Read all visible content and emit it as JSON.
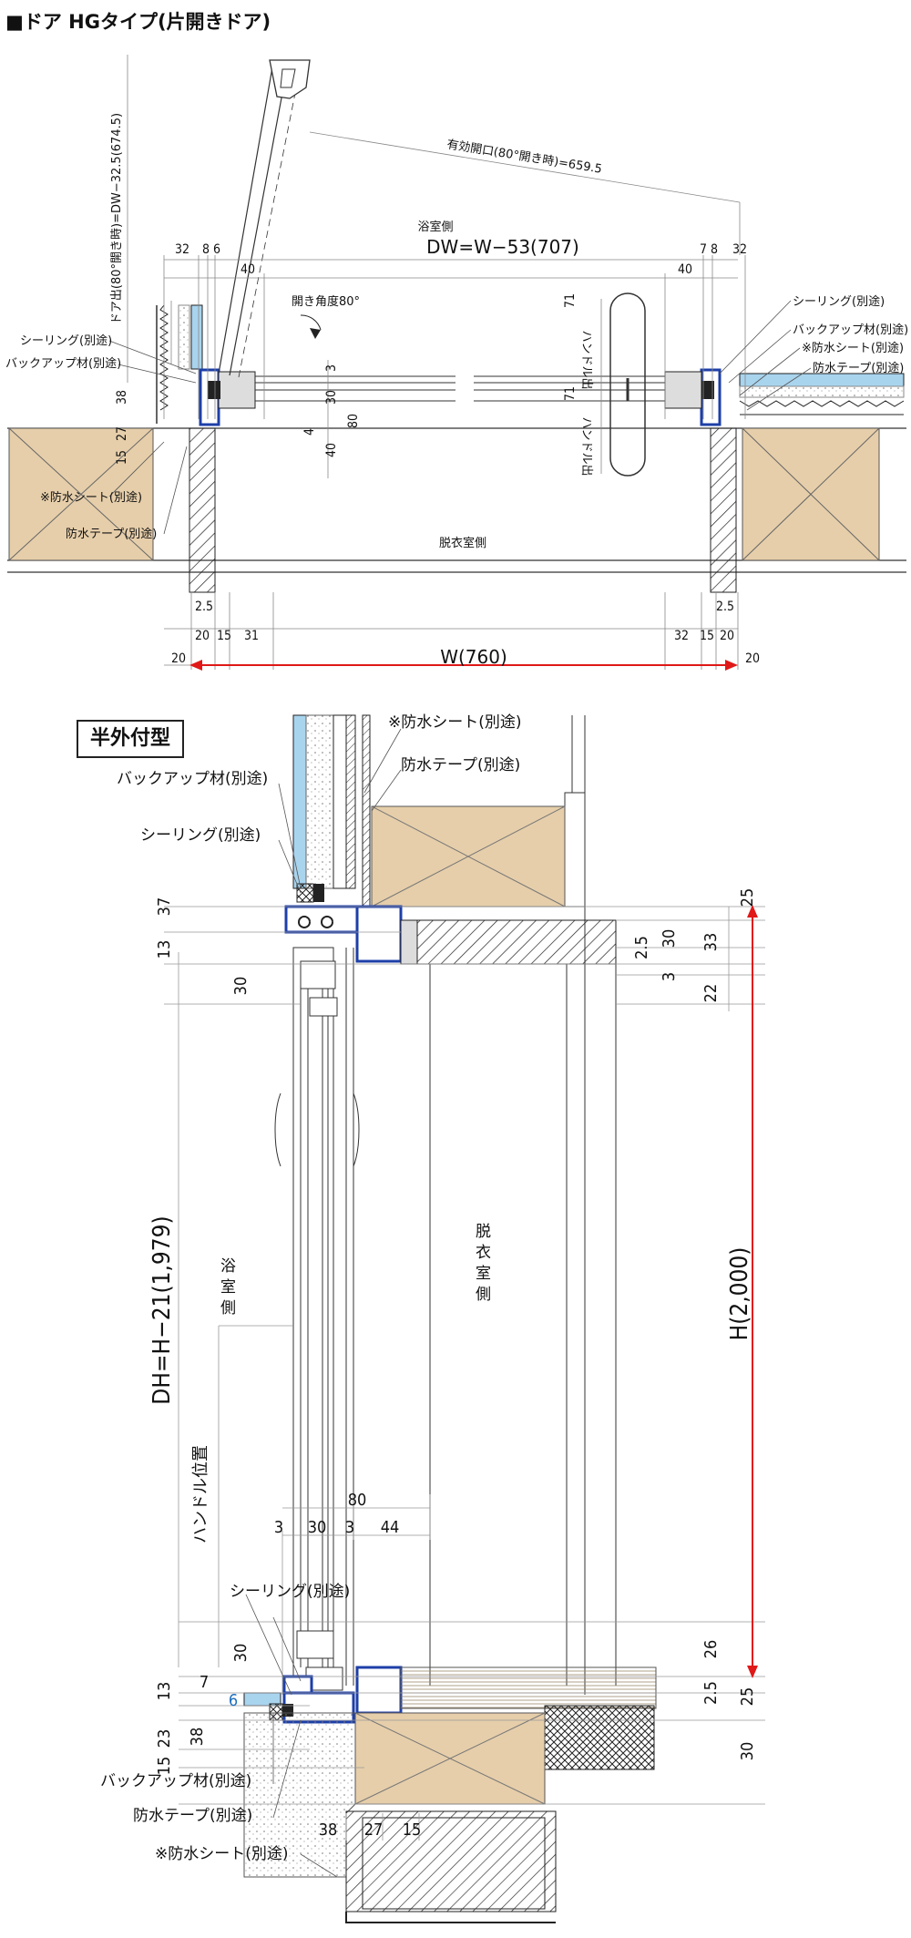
{
  "title": "■ドア HGタイプ(片開きドア)",
  "section_label": "半外付型",
  "plan": {
    "room_bath": "浴室側",
    "room_dress": "脱衣室側",
    "dw": "DW=W−53(707)",
    "w": "W(760)",
    "effective_opening": "有効開口(80°開き時)=659.5",
    "door_out": "ドア出(80°開き時)=DW−32.5(674.5)",
    "angle": "開き角度80°",
    "handle_out": "ハンドル出",
    "notes_left": [
      "シーリング(別途)",
      "バックアップ材(別途)",
      "※防水シート(別途)",
      "防水テープ(別途)"
    ],
    "notes_right": [
      "シーリング(別途)",
      "バックアップ材(別途)",
      "※防水シート(別途)",
      "防水テープ(別途)"
    ],
    "dims": {
      "top_left": [
        "32",
        "8",
        "6"
      ],
      "top_right": [
        "7",
        "8",
        "32"
      ],
      "inner_40_left": "40",
      "inner_40_right": "40",
      "handle_71_a": "71",
      "handle_71_b": "71",
      "left_v": [
        "38",
        "27",
        "15"
      ],
      "mid_v": [
        "3",
        "30",
        "80",
        "4",
        "40"
      ],
      "bottom_25": [
        "2.5",
        "2.5"
      ],
      "bottom_left": [
        "20",
        "15",
        "31"
      ],
      "bottom_right": [
        "32",
        "15",
        "20"
      ],
      "edge": [
        "20",
        "20"
      ]
    }
  },
  "section": {
    "room_bath": "浴室側",
    "room_dress": "脱衣室側",
    "dh": "DH=H−21(1,979)",
    "h": "H(2,000)",
    "handle_pos": "ハンドル位置",
    "notes_top": [
      "※防水シート(別途)",
      "防水テープ(別途)",
      "バックアップ材(別途)",
      "シーリング(別途)"
    ],
    "notes_bottom": [
      "シーリング(別途)",
      "バックアップ材(別途)",
      "防水テープ(別途)",
      "※防水シート(別途)"
    ],
    "dims": {
      "left_top": [
        "37",
        "13",
        "30"
      ],
      "right_top": [
        "25",
        "2.5",
        "30",
        "33",
        "3",
        "22"
      ],
      "handle": [
        "80",
        "3",
        "30",
        "3",
        "44"
      ],
      "left_bottom": [
        "30",
        "7",
        "13",
        "23",
        "38",
        "15",
        "6"
      ],
      "right_bottom": [
        "26",
        "2.5",
        "25",
        "30"
      ],
      "bottom": [
        "38",
        "27",
        "15"
      ]
    }
  },
  "colors": {
    "frame": "#1e3fa8",
    "water": "#a9d4ee",
    "wood": "#e6ceaa",
    "accent": "#e01818"
  }
}
